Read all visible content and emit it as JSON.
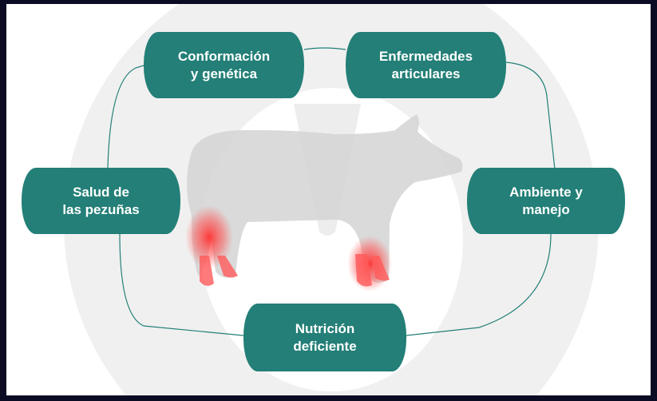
{
  "nodes": [
    {
      "id": "conformacion",
      "lines": [
        "Conformación",
        "y genética"
      ]
    },
    {
      "id": "enfermedades",
      "lines": [
        "Enfermedades",
        "articulares"
      ]
    },
    {
      "id": "salud",
      "lines": [
        "Salud de",
        "las pezuñas"
      ]
    },
    {
      "id": "ambiente",
      "lines": [
        "Ambiente y",
        "manejo"
      ]
    },
    {
      "id": "nutricion",
      "lines": [
        "Nutrición",
        "deficiente"
      ]
    }
  ],
  "colors": {
    "frame": "#0b0b24",
    "teal": "#237f77",
    "background_circle": "#f0f0f0",
    "pig": "#d9d9d9",
    "inflammation": "#ff3b3b"
  }
}
